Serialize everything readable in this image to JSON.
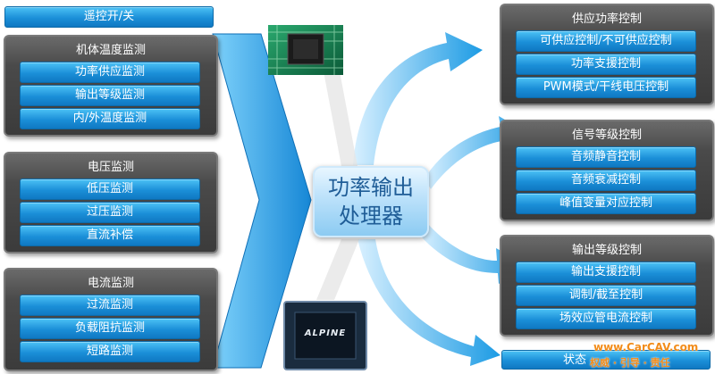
{
  "remote": "遥控开/关",
  "left_panels": [
    {
      "title": "机体温度监测",
      "items": [
        "功率供应监测",
        "输出等级监测",
        "内/外温度监测"
      ]
    },
    {
      "title": "电压监测",
      "items": [
        "低压监测",
        "过压监测",
        "直流补偿"
      ]
    },
    {
      "title": "电流监测",
      "items": [
        "过流监测",
        "负载阻抗监测",
        "短路监测"
      ]
    }
  ],
  "center": {
    "line1": "功率输出",
    "line2": "处理器"
  },
  "right_panels": [
    {
      "title": "供应功率控制",
      "items": [
        "可供应控制/不可供应控制",
        "功率支援控制",
        "PWM模式/干线电压控制"
      ]
    },
    {
      "title": "信号等级控制",
      "items": [
        "音频静音控制",
        "音频衰减控制",
        "峰值变量对应控制"
      ]
    },
    {
      "title": "输出等级控制",
      "items": [
        "输出支援控制",
        "调制/截至控制",
        "场效应管电流控制"
      ]
    }
  ],
  "status": "状态",
  "chip_logo": "ALPINE",
  "watermark": {
    "url": "www.CarCAV.com",
    "slogan": "权威 · 引导 · 责任"
  },
  "colors": {
    "accent_blue": "#1b8fd8",
    "panel_gray": "#4a4a4a",
    "arrow_blue": "#1c9be4"
  }
}
